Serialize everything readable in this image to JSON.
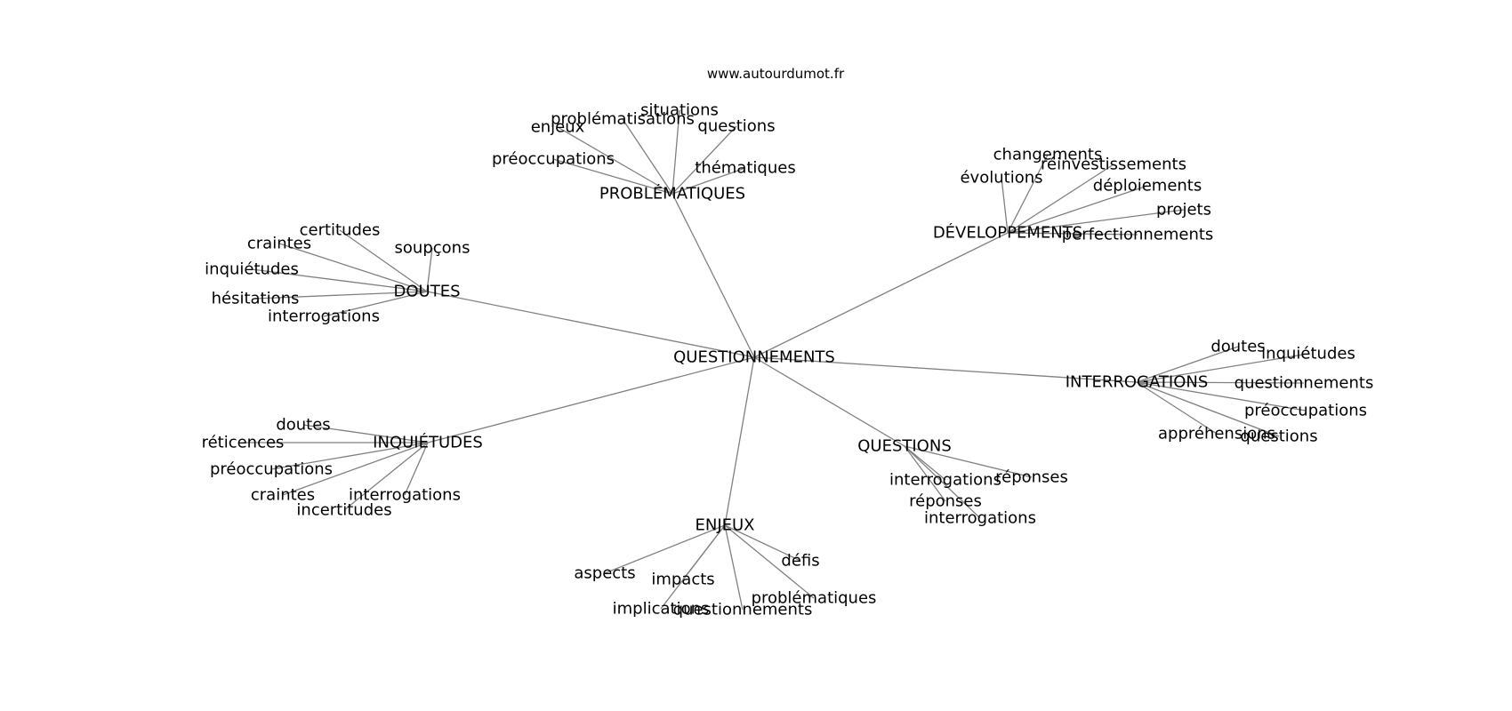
{
  "source": "www.autourdumot.fr",
  "center": "QUESTIONNEMENTS",
  "clusters": [
    {
      "label": "PROBLÉMATIQUES",
      "leaves": [
        "problématisations",
        "situations",
        "enjeux",
        "questions",
        "préoccupations",
        "thématiques"
      ]
    },
    {
      "label": "DÉVELOPPEMENTS",
      "leaves": [
        "changements",
        "réinvestissements",
        "évolutions",
        "déploiements",
        "projets",
        "perfectionnements"
      ]
    },
    {
      "label": "DOUTES",
      "leaves": [
        "certitudes",
        "craintes",
        "soupçons",
        "inquiétudes",
        "hésitations",
        "interrogations"
      ]
    },
    {
      "label": "INTERROGATIONS",
      "leaves": [
        "doutes",
        "inquiétudes",
        "questionnements",
        "préoccupations",
        "appréhensions",
        "questions"
      ]
    },
    {
      "label": "INQUIÉTUDES",
      "leaves": [
        "doutes",
        "réticences",
        "préoccupations",
        "craintes",
        "interrogations",
        "incertitudes"
      ]
    },
    {
      "label": "QUESTIONS",
      "leaves": [
        "interrogations",
        "réponses",
        "réponses",
        "interrogations"
      ]
    },
    {
      "label": "ENJEUX",
      "leaves": [
        "défis",
        "aspects",
        "impacts",
        "problématiques",
        "implications",
        "questionnements"
      ]
    }
  ]
}
